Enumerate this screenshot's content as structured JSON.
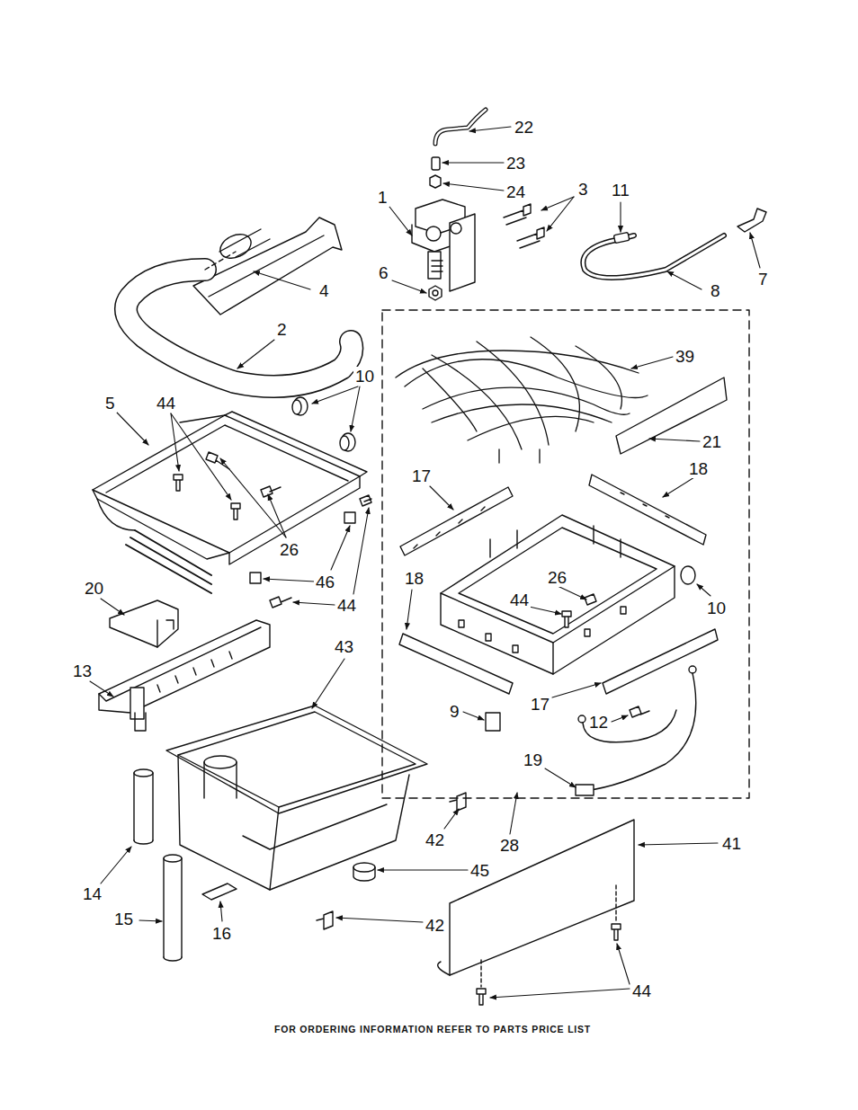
{
  "diagram": {
    "caption": "FOR ORDERING INFORMATION REFER TO PARTS PRICE LIST",
    "labels": [
      "22",
      "23",
      "24",
      "1",
      "3",
      "11",
      "6",
      "4",
      "8",
      "7",
      "2",
      "39",
      "10",
      "5",
      "44",
      "21",
      "17",
      "18",
      "26",
      "46",
      "26",
      "18",
      "10",
      "44",
      "20",
      "44",
      "13",
      "43",
      "17",
      "9",
      "12",
      "19",
      "42",
      "28",
      "41",
      "14",
      "45",
      "15",
      "16",
      "42",
      "44"
    ]
  }
}
